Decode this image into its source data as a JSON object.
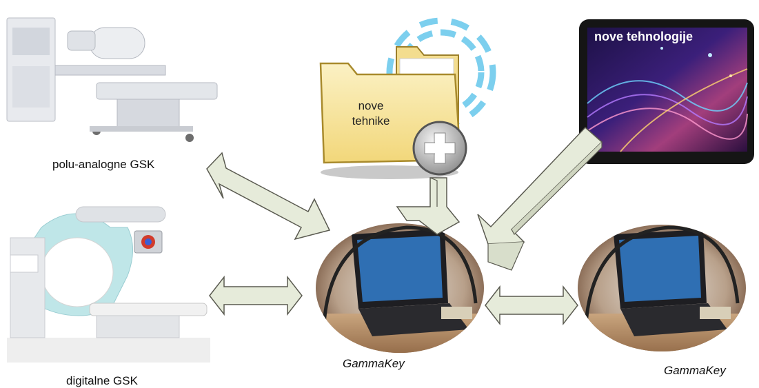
{
  "labels": {
    "semi_analog": "polu-analogne GSK",
    "digital": "digitalne GSK",
    "gammakey_main": "GammaKey",
    "gammakey_secondary": "GammaKey",
    "folder_line1": "nove",
    "folder_line2": "tehnike",
    "tablet_title": "nove tehnologije"
  },
  "colors": {
    "arrow_fill": "#e6ebda",
    "arrow_stroke": "#5a5a50",
    "gear": "#7ccfee",
    "folder": "#f7e6a0",
    "tablet_frame": "#151515"
  }
}
